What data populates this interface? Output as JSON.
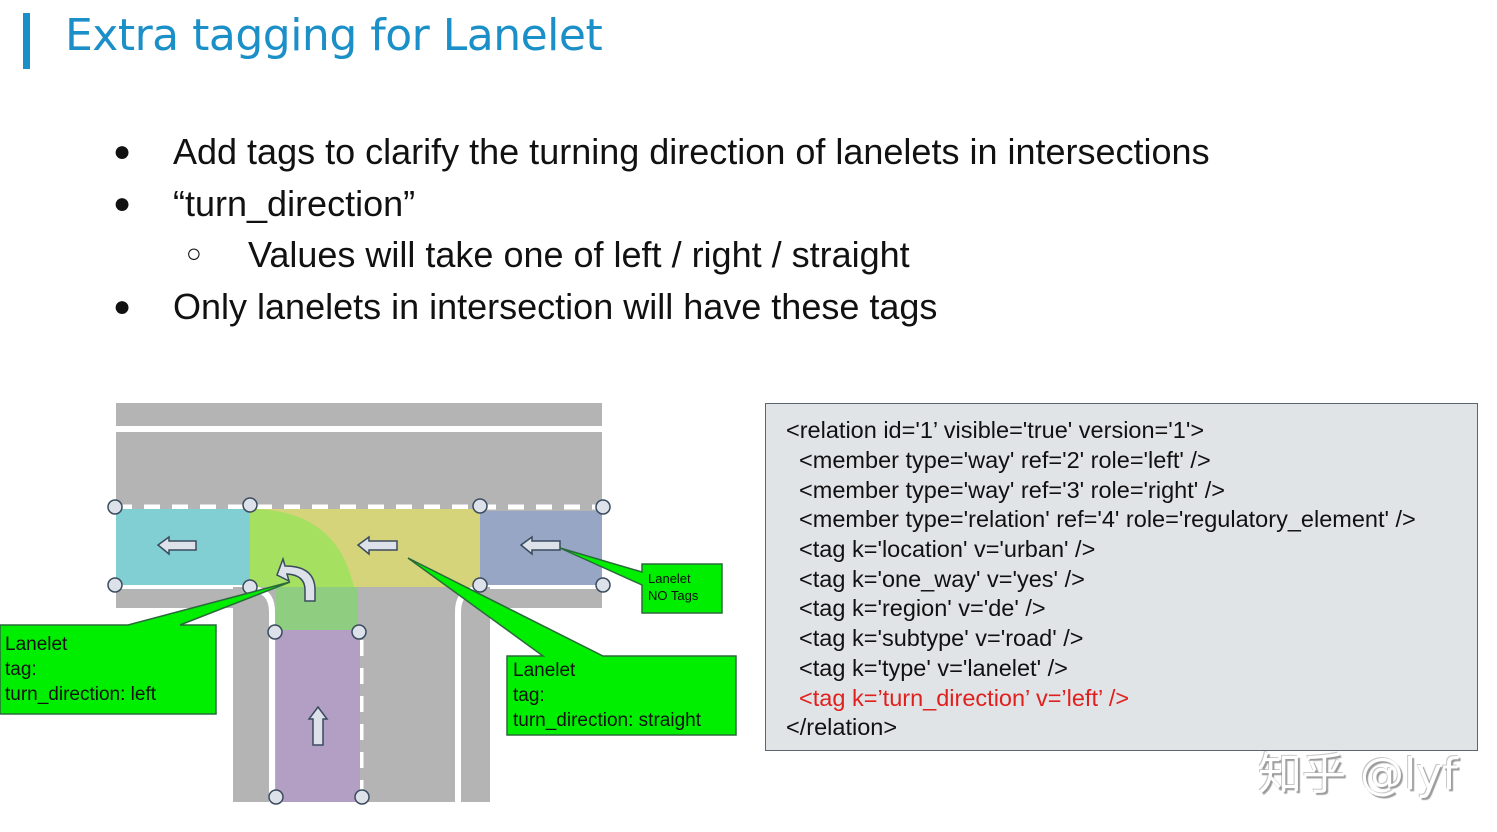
{
  "slide": {
    "title": "Extra tagging for Lanelet",
    "accent_color": "#1b8fc7"
  },
  "bullets": [
    {
      "level": 1,
      "marker": "●",
      "text": "Add tags to clarify the turning direction of lanelets in intersections"
    },
    {
      "level": 1,
      "marker": "●",
      "text": "“turn_direction”"
    },
    {
      "level": 2,
      "marker": "○",
      "text": "Values will take one of  left / right / straight"
    },
    {
      "level": 1,
      "marker": "●",
      "text": "Only lanelets in intersection will have these tags"
    }
  ],
  "diagram": {
    "callouts": [
      {
        "lines": [
          "Lanelet",
          "tag:",
          "turn_direction: left"
        ]
      },
      {
        "lines": [
          "Lanelet",
          "tag:",
          "turn_direction: straight"
        ]
      },
      {
        "lines": [
          "Lanelet",
          "NO Tags"
        ]
      }
    ],
    "colors": {
      "road": "#b4b4b4",
      "lane_marking": "#ffffff",
      "lanelet_cyan": "#82cfd3",
      "lanelet_green": "#a3e060",
      "lanelet_yellow": "#d6d47a",
      "lanelet_blue": "#96a6c4",
      "lanelet_purple": "#b39ec4",
      "callout_fill": "#00ee00",
      "callout_border": "#2a6a3a",
      "node_fill": "#dde2ea",
      "node_stroke": "#3a4b5e"
    }
  },
  "code": {
    "lines": [
      {
        "text": "<relation id='1’ visible='true' version='1'>",
        "highlight": false
      },
      {
        "text": "  <member type='way' ref='2' role='left' />",
        "highlight": false
      },
      {
        "text": "  <member type='way' ref='3' role='right' />",
        "highlight": false
      },
      {
        "text": "  <member type='relation' ref='4' role='regulatory_element' />",
        "highlight": false
      },
      {
        "text": "  <tag k='location' v='urban' />",
        "highlight": false
      },
      {
        "text": "  <tag k='one_way' v='yes' />",
        "highlight": false
      },
      {
        "text": "  <tag k='region' v='de' />",
        "highlight": false
      },
      {
        "text": "  <tag k='subtype' v='road' />",
        "highlight": false
      },
      {
        "text": "  <tag k='type' v='lanelet' />",
        "highlight": false
      },
      {
        "text": "  <tag k=’turn_direction’ v=’left’ />",
        "highlight": true
      },
      {
        "text": "</relation>",
        "highlight": false
      }
    ],
    "highlight_color": "#e0201d"
  },
  "watermark": "知乎 @lyf"
}
